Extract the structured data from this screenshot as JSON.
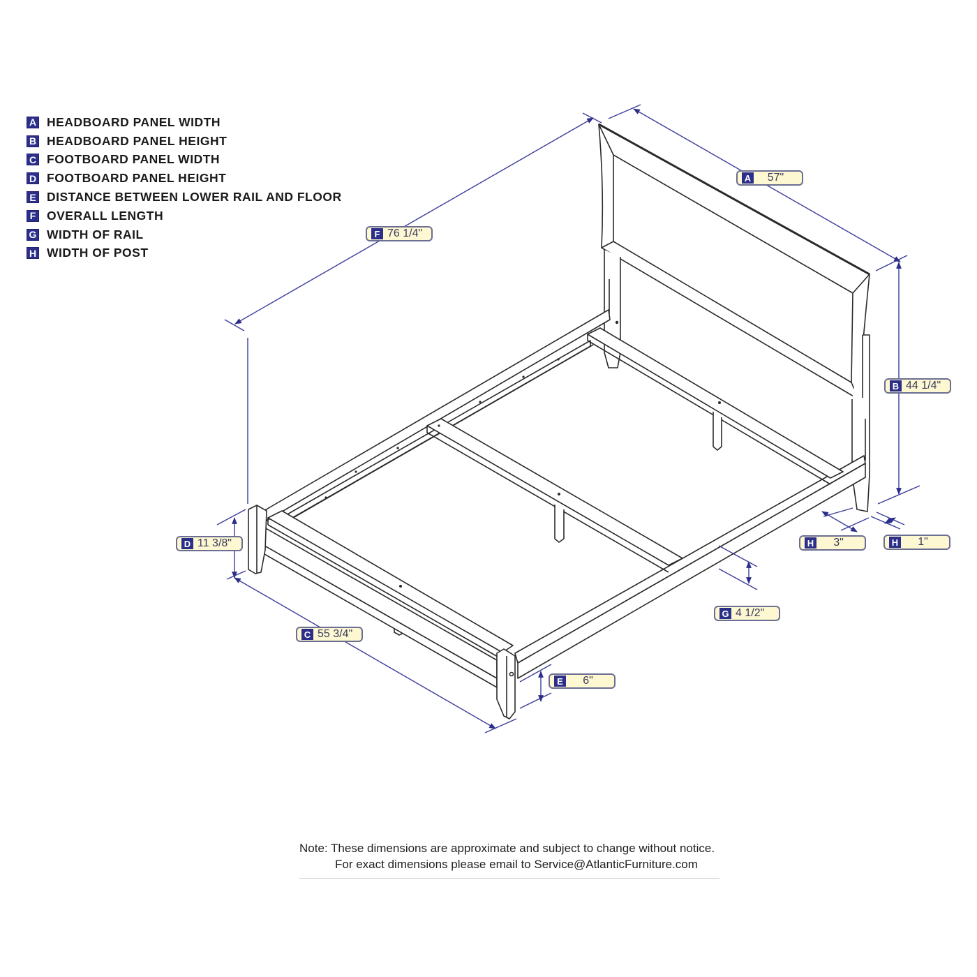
{
  "legend": {
    "items": [
      {
        "key": "A",
        "label": "HEADBOARD PANEL WIDTH"
      },
      {
        "key": "B",
        "label": "HEADBOARD PANEL HEIGHT"
      },
      {
        "key": "C",
        "label": "FOOTBOARD PANEL WIDTH"
      },
      {
        "key": "D",
        "label": "FOOTBOARD PANEL HEIGHT"
      },
      {
        "key": "E",
        "label": "DISTANCE BETWEEN LOWER RAIL AND FLOOR"
      },
      {
        "key": "F",
        "label": "OVERALL LENGTH"
      },
      {
        "key": "G",
        "label": "WIDTH OF RAIL"
      },
      {
        "key": "H",
        "label": "WIDTH OF POST"
      }
    ]
  },
  "dimensions": {
    "A": {
      "key": "A",
      "value": "57\""
    },
    "B": {
      "key": "B",
      "value": "44 1/4\""
    },
    "C": {
      "key": "C",
      "value": "55 3/4\""
    },
    "D": {
      "key": "D",
      "value": "11 3/8\""
    },
    "E": {
      "key": "E",
      "value": "6\""
    },
    "F": {
      "key": "F",
      "value": "76 1/4\""
    },
    "G": {
      "key": "G",
      "value": "4 1/2\""
    },
    "H1": {
      "key": "H",
      "value": "3\""
    },
    "H2": {
      "key": "H",
      "value": "1\""
    }
  },
  "note": {
    "line1": "Note:  These dimensions are approximate and subject to change without notice.",
    "line2": "For exact dimensions please email to Service@AtlanticFurniture.com"
  },
  "colors": {
    "dimension_line": "#3a3d9a",
    "badge": "#2b2f8a",
    "label_fill": "#fdf8d2",
    "label_border": "#6b6e92",
    "drawing_line": "#2a2a2a"
  }
}
